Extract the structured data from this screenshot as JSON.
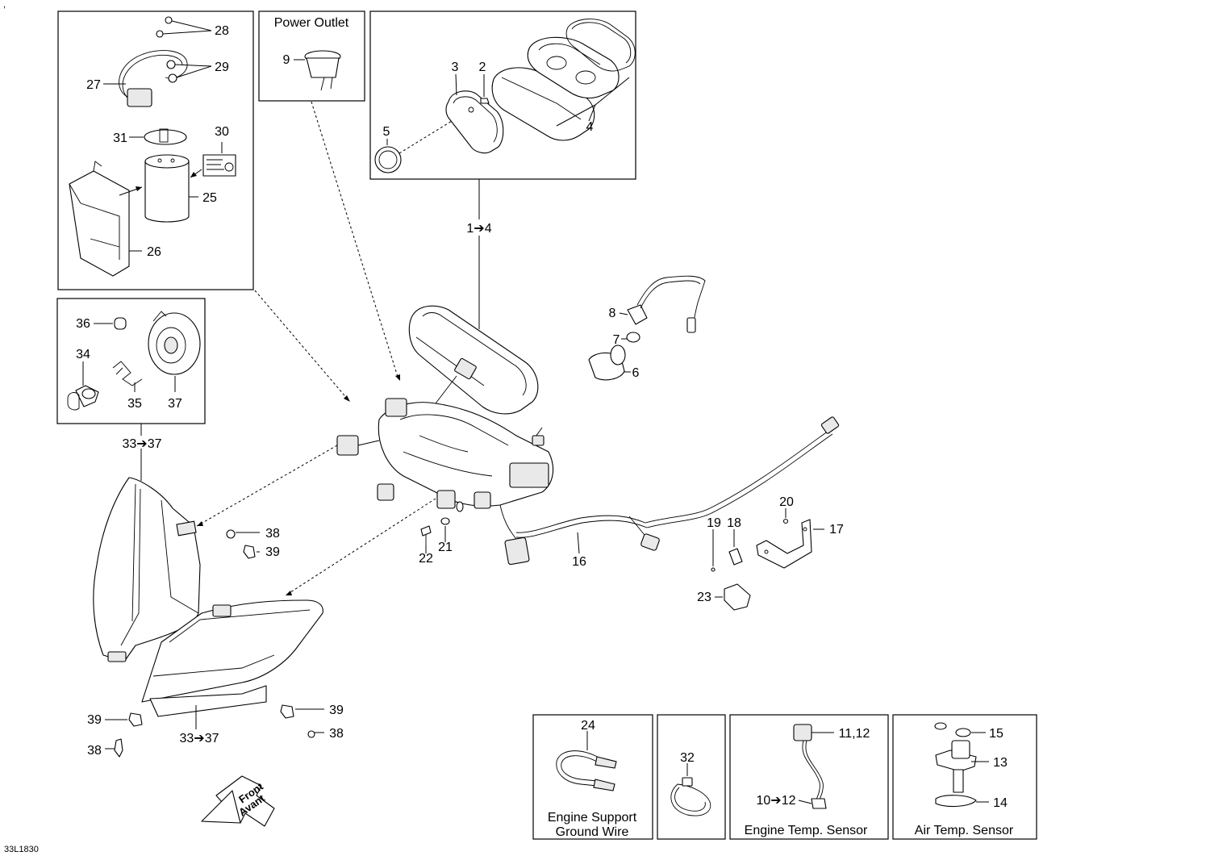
{
  "boxes": {
    "power_outlet": "Power Outlet",
    "engine_support": [
      "Engine Support",
      "Ground Wire"
    ],
    "engine_temp": "Engine Temp. Sensor",
    "air_temp": "Air Temp. Sensor"
  },
  "callouts": {
    "c1_4": "1➔4",
    "c2": "2",
    "c3": "3",
    "c4": "4",
    "c5": "5",
    "c6": "6",
    "c7": "7",
    "c8": "8",
    "c9": "9",
    "c10_12": "10➔12",
    "c11_12": "11,12",
    "c13": "13",
    "c14": "14",
    "c15": "15",
    "c16": "16",
    "c17": "17",
    "c18": "18",
    "c19": "19",
    "c20": "20",
    "c21": "21",
    "c22": "22",
    "c23": "23",
    "c24": "24",
    "c25": "25",
    "c26": "26",
    "c27": "27",
    "c28": "28",
    "c29": "29",
    "c30": "30",
    "c31": "31",
    "c32": "32",
    "c33_37_top": "33➔37",
    "c33_37_bottom": "33➔37",
    "c34": "34",
    "c35": "35",
    "c36": "36",
    "c37": "37",
    "c38_a": "38",
    "c38_b": "38",
    "c38_c": "38",
    "c39_a": "39",
    "c39_b": "39",
    "c39_c": "39"
  },
  "front_arrow": [
    "Front",
    "Avant"
  ],
  "drawing_code": "33L1830",
  "corner_mark": ","
}
